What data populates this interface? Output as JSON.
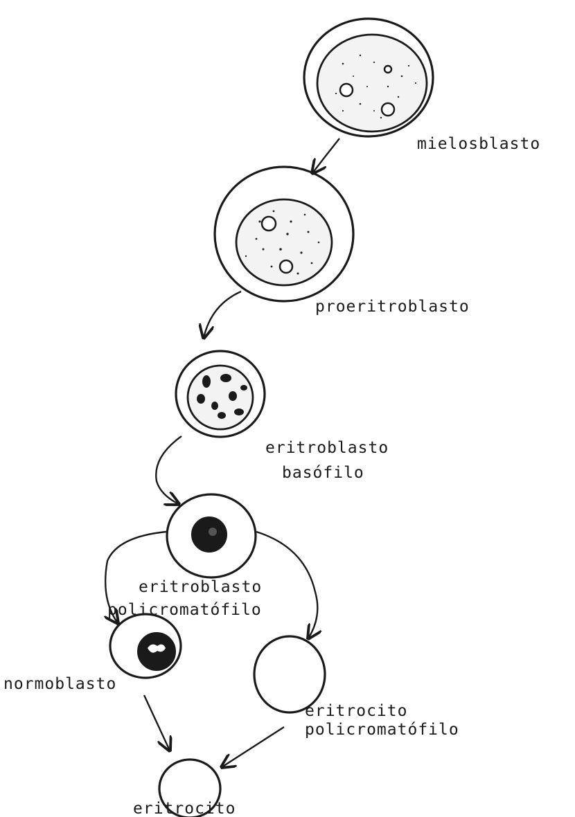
{
  "stages": [
    {
      "id": "mieloblasto",
      "label": "mielosblasto"
    },
    {
      "id": "proeritroblasto",
      "label": "proeritroblasto"
    },
    {
      "id": "eritroblasto-basofilo",
      "label_lines": [
        "eritroblasto",
        "basófilo"
      ]
    },
    {
      "id": "eritroblasto-policromatofilo",
      "label_lines": [
        "eritroblasto",
        "policromatófilo"
      ]
    },
    {
      "id": "normoblasto",
      "label": "normoblasto"
    },
    {
      "id": "eritrocito-policromatofilo",
      "label_lines": [
        "eritrocito",
        "policromatófilo"
      ]
    },
    {
      "id": "eritrocito",
      "label": "eritrocito"
    }
  ],
  "connections": [
    {
      "from": "mieloblasto",
      "to": "proeritroblasto"
    },
    {
      "from": "proeritroblasto",
      "to": "eritroblasto-basofilo"
    },
    {
      "from": "eritroblasto-basofilo",
      "to": "eritroblasto-policromatofilo"
    },
    {
      "from": "eritroblasto-policromatofilo",
      "to": "normoblasto"
    },
    {
      "from": "eritroblasto-policromatofilo",
      "to": "eritrocito-policromatofilo"
    },
    {
      "from": "normoblasto",
      "to": "eritrocito"
    },
    {
      "from": "eritrocito-policromatofilo",
      "to": "eritrocito"
    }
  ],
  "colors": {
    "ink": "#1a1a1a",
    "background": "#ffffff"
  }
}
